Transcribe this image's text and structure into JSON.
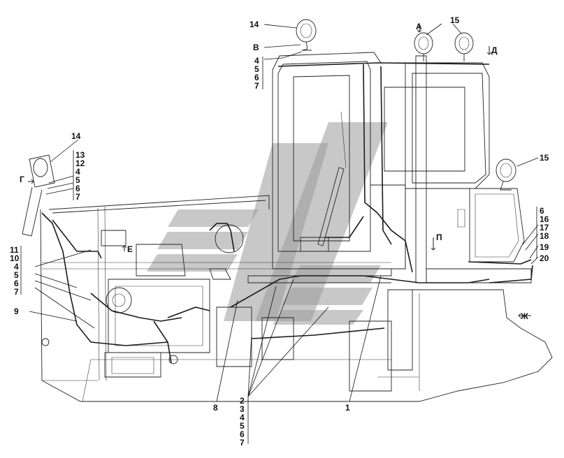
{
  "labels": {
    "cab_lamp_left": "14",
    "cab_lamp_right": "15",
    "view_b": "В",
    "view_a": "А",
    "view_d": "Д",
    "cab_stack": [
      "4",
      "5",
      "6",
      "7"
    ],
    "left_lamp": "14",
    "view_g": "Г",
    "left_stack": [
      "13",
      "12",
      "4",
      "5",
      "6",
      "7"
    ],
    "rear_lamp": "15",
    "right_stack": [
      "6",
      "16",
      "17",
      "18",
      "19",
      "20"
    ],
    "view_e": "Е",
    "view_p": "П",
    "view_zh": "Ж",
    "mid_stack": [
      "11",
      "10",
      "4",
      "5",
      "6",
      "7"
    ],
    "harness_9": "9",
    "harness_8": "8",
    "bottom_stack": [
      "2",
      "3",
      "4",
      "5",
      "6",
      "7"
    ],
    "harness_1": "1"
  },
  "colors": {
    "line": "#222222",
    "watermark": "#9a9a9a"
  }
}
